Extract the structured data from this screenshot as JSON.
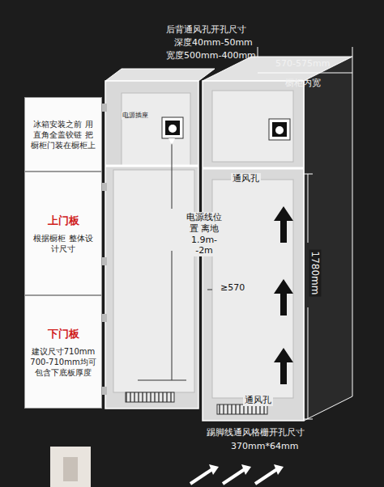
{
  "diagram": {
    "nodes": [
      {
        "text": [
          "冰箱安装之前 用直角全盖铰链 把橱柜门装在橱柜上"
        ]
      },
      {
        "text": [
          "上门板",
          "根据橱柜 整体设计尺寸"
        ]
      },
      {
        "text": [
          "下门板",
          "建议尺寸710mm 700-710mm均可 包含下底板厚度"
        ]
      }
    ],
    "labels": [
      "后背通风孔开孔尺寸",
      "深度40mm-50mm",
      "宽度500mm-400mm",
      "570-575mm",
      "橱柜内宽",
      "电源插座",
      "电源线位置 离地 1.9m--2m",
      "通风孔",
      "≥570",
      "1780mm",
      "通风孔",
      "踢脚线通风格栅开孔尺寸",
      "370mm*64mm"
    ]
  }
}
